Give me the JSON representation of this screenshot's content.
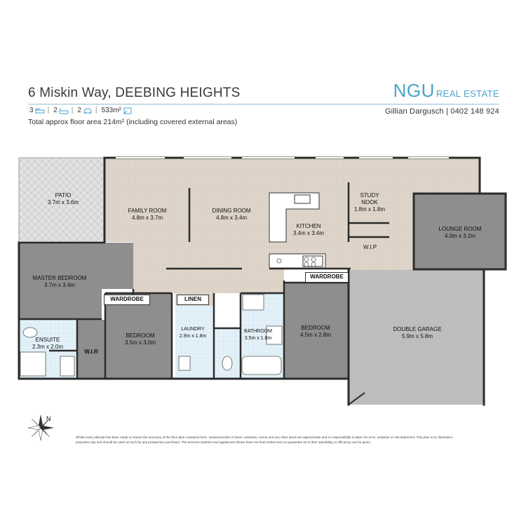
{
  "header": {
    "title": "6 Miskin Way, DEEBING HEIGHTS",
    "brand_main": "NGU",
    "brand_sub": "REAL ESTATE",
    "agent": "Gillian Dargusch | 0402 148 924",
    "floor_area": "Total approx floor area 214m² (including covered external areas)"
  },
  "stats": {
    "beds": "3",
    "baths": "2",
    "cars": "2",
    "land": "533m²",
    "icons": [
      "bed-icon",
      "bath-icon",
      "car-icon",
      "land-icon"
    ]
  },
  "rooms": {
    "patio": {
      "name": "PATIO",
      "dim": "3.7m x 3.6m"
    },
    "family": {
      "name": "FAMILY ROOM",
      "dim": "4.8m x 3.7m"
    },
    "dining": {
      "name": "DINING ROOM",
      "dim": "4.8m x 3.4m"
    },
    "kitchen": {
      "name": "KITCHEN",
      "dim": "3.4m x 3.4m"
    },
    "study": {
      "name": "STUDY",
      "name2": "NOOK",
      "dim": "1.8m x 1.8m"
    },
    "wip": {
      "name": "W.I.P"
    },
    "lounge": {
      "name": "LOUNGE ROOM",
      "dim": "4.0m x 3.2m"
    },
    "master": {
      "name": "MASTER BEDROOM",
      "dim": "3.7m x 3.4m"
    },
    "wardrobe1": {
      "name": "WARDROBE"
    },
    "linen": {
      "name": "LINEN"
    },
    "wardrobe2": {
      "name": "WARDROBE"
    },
    "bedroom2": {
      "name": "BEDROOM",
      "dim": "3.5m x 3.0m"
    },
    "laundry": {
      "name": "LAUNDRY",
      "dim": "2.9m x 1.8m"
    },
    "bathroom": {
      "name": "BATHROOM",
      "dim": "3.5m x 1.8m"
    },
    "bedroom3": {
      "name": "BEDROOM",
      "dim": "4.5m x 2.8m"
    },
    "garage": {
      "name": "DOUBLE GARAGE",
      "dim": "5.9m x 5.8m"
    },
    "ensuite": {
      "name": "ENSUITE",
      "dim": "2.3m x 2.0m"
    },
    "wir": {
      "name": "W.I.R"
    }
  },
  "colors": {
    "floor_tile": "#ded4c9",
    "carpet": "#8e8e8e",
    "garage": "#b9b9b9",
    "patio": "#e0e0e0",
    "wet_area": "#ddeef7",
    "wall": "#2b2b2b",
    "brand": "#4aa3c8"
  },
  "compass": {
    "north": "N"
  },
  "disclaimer": "Whilst every attempt has been made to ensure the accuracy of the floor plan contained here, measurements of doors, windows, rooms and any other items are approximate and no responsibility is taken for error, omission or mis-statement. This plan is for illustrative purposes only and should be used as such by any prospective purchaser. The services systems and appliances shown have not been tested and no guarantee as to their operability or efficiency can be given."
}
